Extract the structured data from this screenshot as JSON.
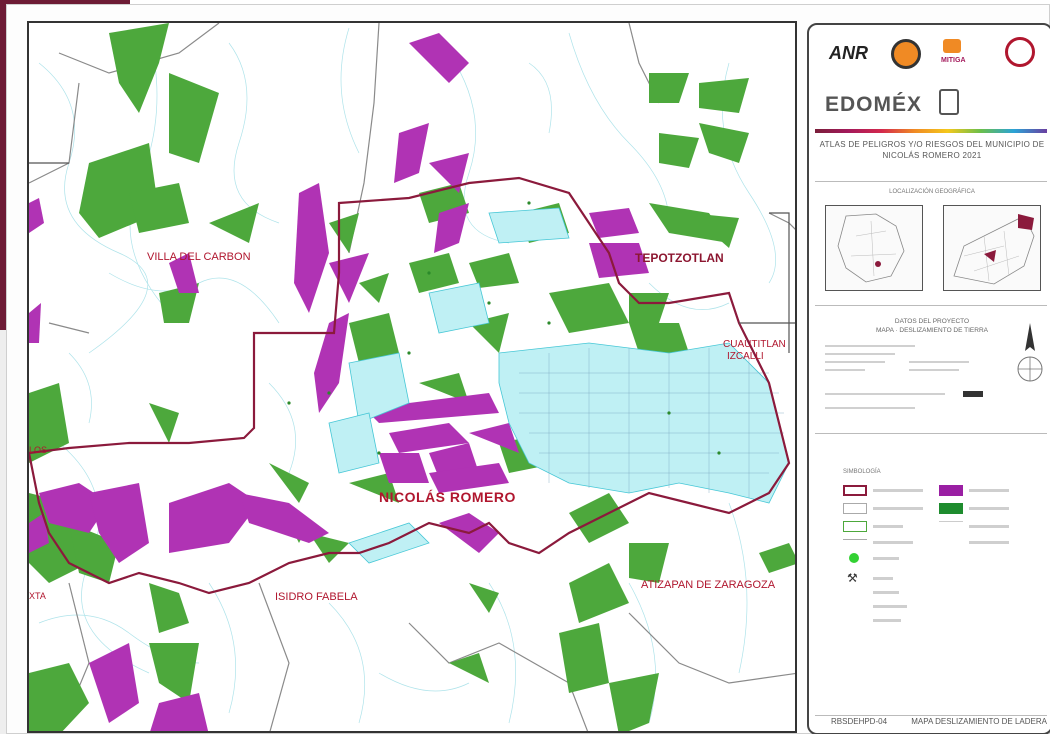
{
  "map": {
    "labels": {
      "villa_del_carbon": "VILLA DEL CARBON",
      "tepotzotlan": "TEPOTZOTLAN",
      "cuautitlan": "CUAUTITLAN",
      "izcalli": "IZCALLI",
      "nicolas_romero": "NICOLÁS ROMERO",
      "isidro_fabela": "ISIDRO FABELA",
      "atizapan": "ATIZAPAN DE ZARAGOZA",
      "left_edge": "LOS",
      "left_edge2": "XTA"
    },
    "colors": {
      "municipal_boundary": "#8b1a3c",
      "green_zone": "#4da83c",
      "purple_zone": "#b033b4",
      "urban": "#46c7d6",
      "road": "#7a7a7a"
    }
  },
  "panel": {
    "logos": {
      "anr": "ANR",
      "mitiga": "MITIGA",
      "edomex": "EDOMÉX",
      "icons": [
        "anr-logo-icon",
        "proteccion-civil-icon",
        "mitiga-icon",
        "bomberos-icon",
        "escudo-icon"
      ]
    },
    "title": "ATLAS DE PELIGROS Y/O RIESGOS DEL MUNICIPIO DE NICOLÁS ROMERO 2021",
    "loc_label": "LOCALIZACIÓN GEOGRÁFICA",
    "datos_title": "DATOS DEL PROYECTO",
    "datos_sub": "MAPA · DESLIZAMIENTO DE TIERRA",
    "legend_title": "SIMBOLOGÍA"
  },
  "footer": {
    "code": "RBSDEHPD-04",
    "name": "MAPA DESLIZAMIENTO DE LADERA"
  }
}
